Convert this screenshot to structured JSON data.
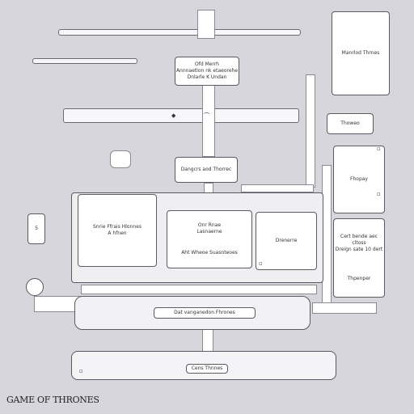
{
  "nodes": {
    "top_center": "Ofd Merrh\nAnnnaetlon nk etaeorehe\nDnlarle K Undan",
    "main_left": "Snrie Ffrais Hlonnes\nA hfnen",
    "main_center_top": "Onr Rnae\nLasnaerne",
    "main_center_bottom": "Aht Wheoe Suasnteoes",
    "main_right": "Drenerre",
    "dungeons": "Dangcrs aod Thorrec",
    "right_top": "Manrlod Thrnes",
    "right_small": "Thoweo",
    "right_mid": "Fhopay",
    "right_bottom_text": "Cert bende aec cltoss\nDreign sate 10 dert",
    "right_bottom_footer": "Thpenper",
    "bottom_bar": "Dat vanganedon Fhrones",
    "bottom_tray": "Cens Thnnes",
    "left_small": "5"
  },
  "logo": "GAME OF THRONES",
  "colors": {
    "background": "#d6d6dc",
    "box": "#ffffff",
    "outline": "#5a5a62"
  }
}
